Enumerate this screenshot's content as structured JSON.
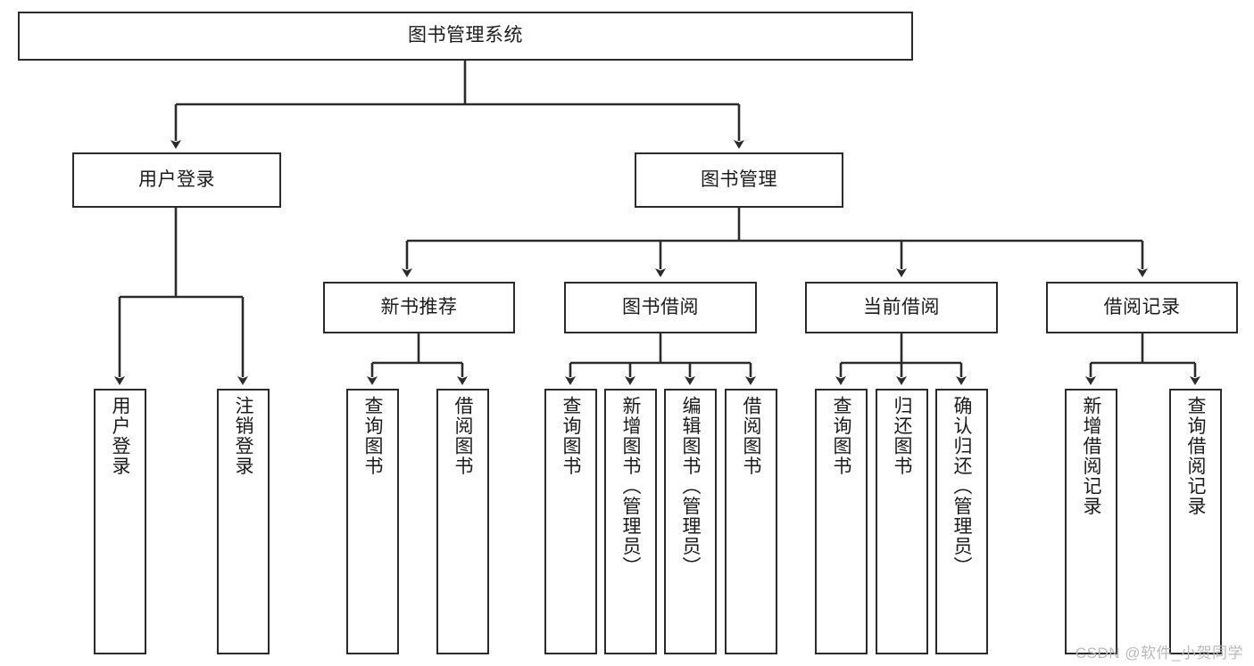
{
  "diagram": {
    "title": "图书管理系统",
    "type": "functional-decomposition-tree",
    "colors": {
      "box_border": "#2b2b2b",
      "box_fill": "#ffffff",
      "edge": "#2b2b2b",
      "text": "#1b1b1b",
      "watermark": "#b9b9b9",
      "background": "#ffffff"
    },
    "nodes": {
      "root": {
        "label": "图书管理系统"
      },
      "level2": [
        {
          "label": "用户登录"
        },
        {
          "label": "图书管理"
        }
      ],
      "level3": [
        {
          "label": "新书推荐"
        },
        {
          "label": "图书借阅"
        },
        {
          "label": "当前借阅"
        },
        {
          "label": "借阅记录"
        }
      ],
      "leaves": {
        "user_login": [
          {
            "label": "用户登录"
          },
          {
            "label": "注销登录"
          }
        ],
        "new_book_recommend": [
          {
            "label": "查询图书"
          },
          {
            "label": "借阅图书"
          }
        ],
        "book_borrow": [
          {
            "label": "查询图书"
          },
          {
            "label": "新增图书（管理员）"
          },
          {
            "label": "编辑图书（管理员）"
          },
          {
            "label": "借阅图书"
          }
        ],
        "current_borrow": [
          {
            "label": "查询图书"
          },
          {
            "label": "归还图书"
          },
          {
            "label": "确认归还（管理员）"
          }
        ],
        "borrow_record": [
          {
            "label": "新增借阅记录"
          },
          {
            "label": "查询借阅记录"
          }
        ]
      }
    },
    "watermark": "CSDN @软件_小贺同学"
  }
}
